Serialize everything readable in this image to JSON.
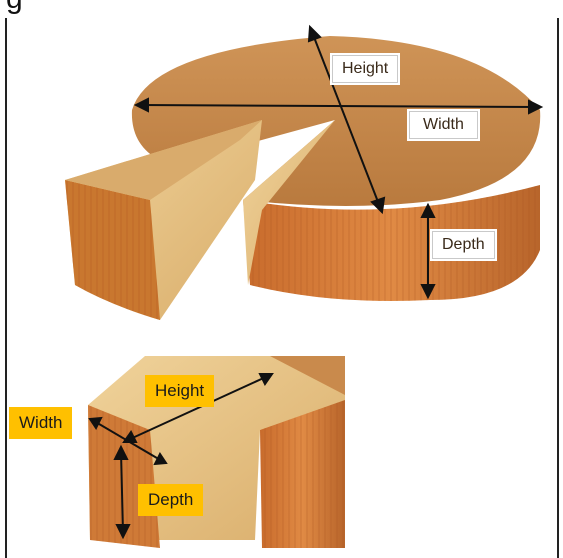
{
  "title": "g",
  "top_diagram": {
    "labels": {
      "height": "Height",
      "width": "Width",
      "depth": "Depth"
    }
  },
  "bottom_diagram": {
    "labels": {
      "height": "Height",
      "width": "Width",
      "depth": "Depth"
    }
  },
  "colors": {
    "cake_top": "#c98a4c",
    "cake_side": "#d07a35",
    "cake_crumb": "#e8c48a",
    "label_yellow": "#ffc000"
  }
}
